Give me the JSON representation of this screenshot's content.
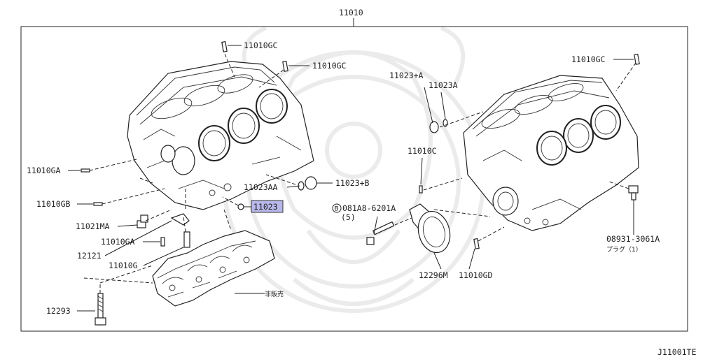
{
  "diagram": {
    "assembly_label": "11010",
    "catalog_code": "J11001TE",
    "highlighted_part": "11023",
    "callouts": {
      "gc_left_top": "11010GC",
      "gc_left_second": "11010GC",
      "gc_right": "11010GC",
      "plus_a": "11023+A",
      "a_23": "11023A",
      "c_10": "11010C",
      "ga": "11010GA",
      "gb": "11010GB",
      "aa": "11023AA",
      "plus_b": "11023+B",
      "hl_23": "11023",
      "bolt_prefix": "B",
      "bolt_num": "081A8-6201A",
      "bolt_qty": "(5)",
      "ma": "11021MA",
      "ga_small": "11010GA",
      "p12121": "12121",
      "g": "11010G",
      "not_for_sale": "非販売",
      "p12293": "12293",
      "p12296m": "12296M",
      "gd": "11010GD",
      "plug_num": "08931-3061A",
      "plug_desc": "プラグ（1）"
    },
    "colors": {
      "highlight": "#b7b7ea",
      "line": "#222222"
    }
  }
}
